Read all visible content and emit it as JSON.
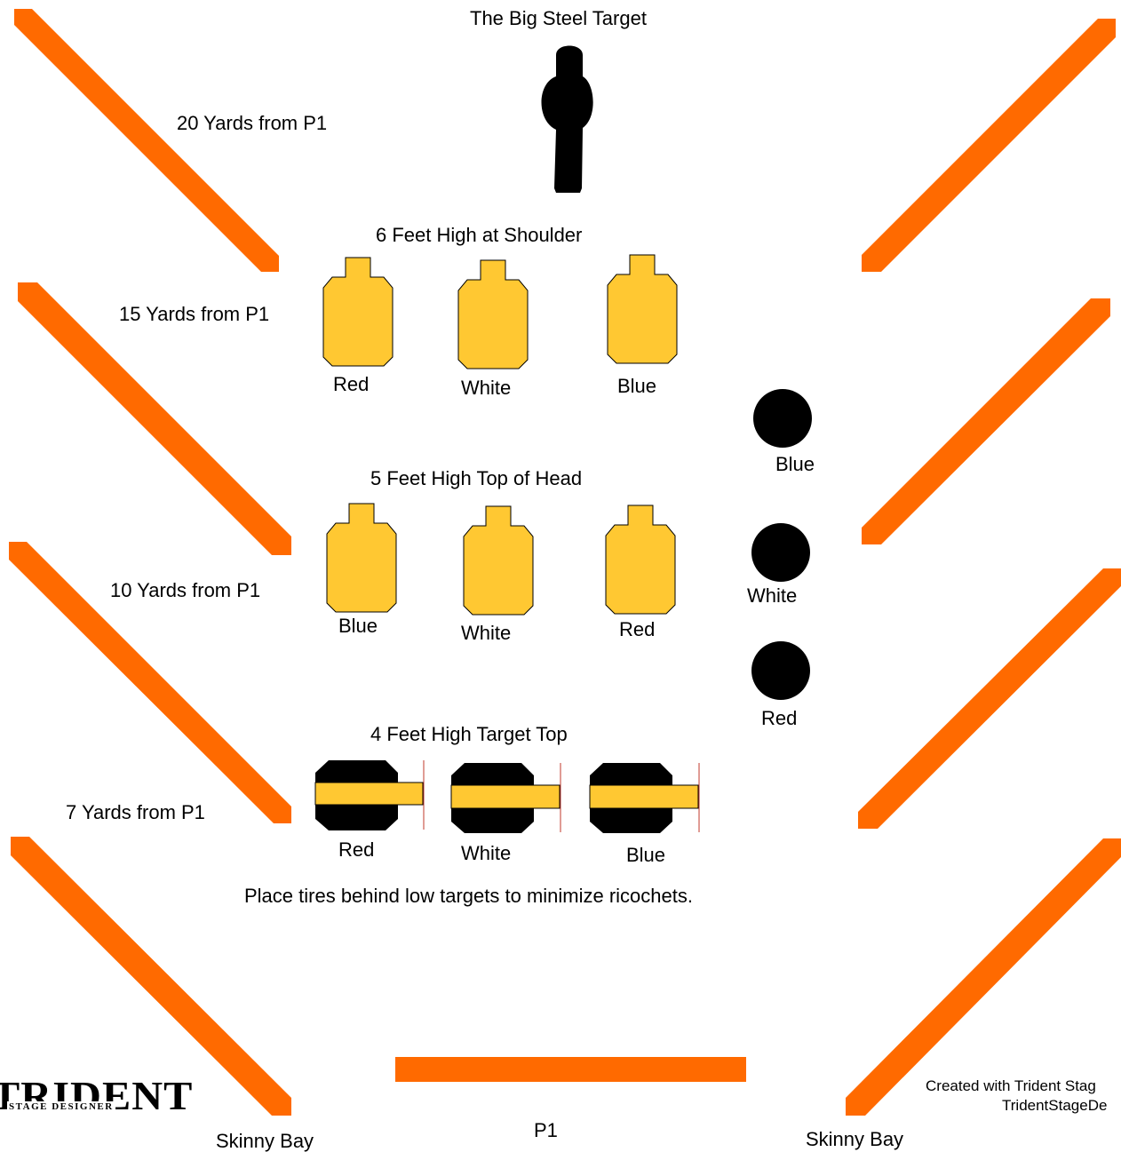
{
  "diagram": {
    "title": "The Big Steel Target",
    "distances": {
      "d20": "20 Yards from P1",
      "d15": "15 Yards from P1",
      "d10": "10 Yards from P1",
      "d7": "7 Yards from P1"
    },
    "rows": {
      "row1_title": "6 Feet High at Shoulder",
      "row1_targets": [
        "Red",
        "White",
        "Blue"
      ],
      "row2_title": "5 Feet High Top of Head",
      "row2_targets": [
        "Blue",
        "White",
        "Red"
      ],
      "row3_title": "4 Feet High Target Top",
      "row3_targets": [
        "Red",
        "White",
        "Blue"
      ]
    },
    "plates": [
      "Blue",
      "White",
      "Red"
    ],
    "note": "Place tires behind low targets to minimize ricochets.",
    "start_position": "P1",
    "bay_left": "Skinny Bay",
    "bay_right": "Skinny Bay",
    "logo": {
      "word": "TRIDENT",
      "sub": "STAGE DESIGNER"
    },
    "credit_line1": "Created with Trident Stag",
    "credit_line2": "TridentStageDe",
    "colors": {
      "barrier": "#ff6a00",
      "target_fill": "#ffc832",
      "steel": "#000000"
    }
  }
}
